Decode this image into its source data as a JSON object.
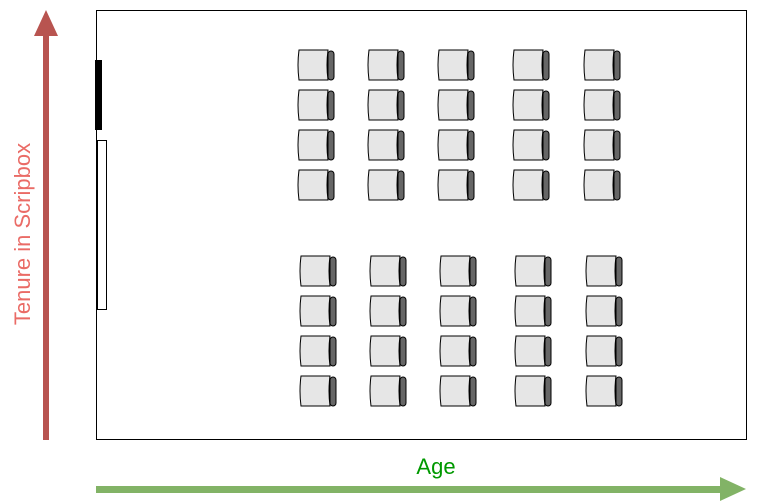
{
  "labels": {
    "y_axis": "Tenure in Scripbox",
    "x_axis": "Age"
  },
  "colors": {
    "y_axis": "#b85450",
    "y_axis_label": "#ea6b66",
    "x_axis": "#82b366",
    "x_axis_label": "#009900",
    "room_border": "#000000",
    "chair_fill": "#e6e6e6",
    "chair_armrest": "#666666"
  },
  "seating": {
    "blocks": 2,
    "rows_per_block": 4,
    "chairs_per_row": 5
  },
  "icons": [
    "chair-icon",
    "door-icon",
    "whiteboard-icon"
  ]
}
